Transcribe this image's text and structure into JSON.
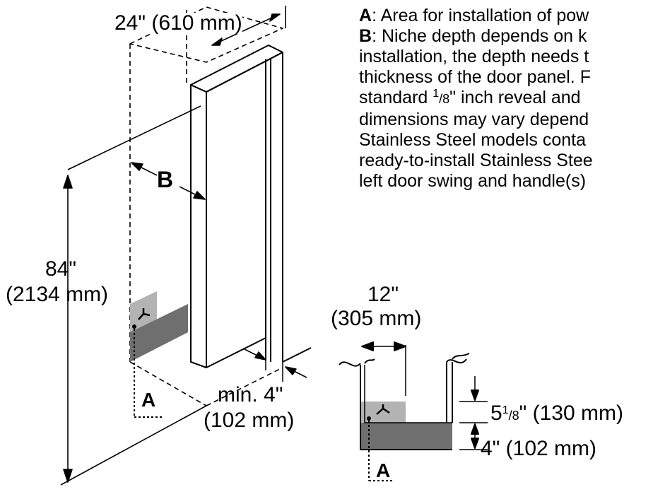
{
  "notes": {
    "line1_key": "A",
    "line1_text": ": Area for installation of pow",
    "line2_key": "B",
    "line2_text": ": Niche depth depends on k",
    "line3": "installation, the depth needs t",
    "line4": "thickness of the door panel. F",
    "line5_a": "standard ",
    "line5_sup": "1",
    "line5_frac": "/8",
    "line5_b": "\" inch reveal and",
    "line6": "dimensions may vary depend",
    "line7": "Stainless Steel models conta",
    "line8": "ready-to-install Stainless Stee",
    "line9": "left door swing and handle(s)"
  },
  "dims": {
    "width": "24\" (610 mm)",
    "height_in": "84\"",
    "height_mm": "(2134 mm)",
    "min_in": "min. 4\"",
    "min_mm": "(102 mm)",
    "detail_width_in": "12\"",
    "detail_width_mm": "(305 mm)",
    "outlet_a": "5",
    "outlet_sup": "1",
    "outlet_frac": "/8",
    "outlet_b": "\" (130 mm)",
    "outlet_low": "4\" (102 mm)"
  },
  "markers": {
    "a_main": "A",
    "b_main": "B",
    "a_detail": "A"
  },
  "colors": {
    "light_gray": "#b3b3b3",
    "dark_gray": "#6f6f6f",
    "line": "#000000"
  }
}
